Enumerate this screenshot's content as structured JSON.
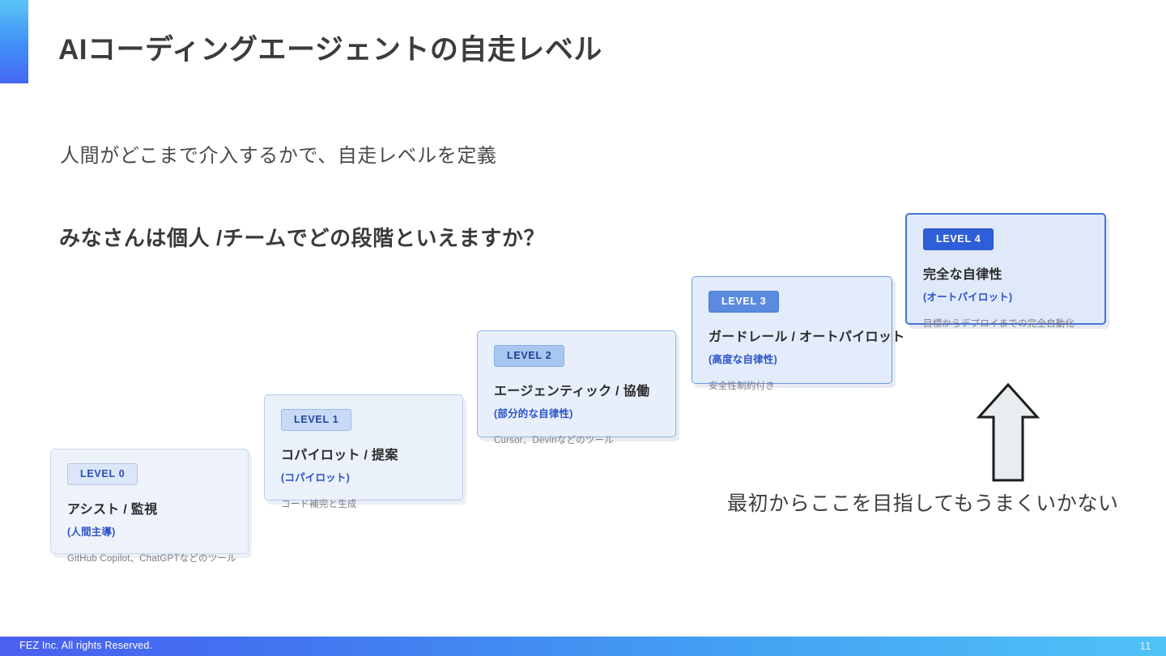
{
  "header": {
    "title": "AIコーディングエージェントの自走レベル"
  },
  "body": {
    "lead": "人間がどこまで介入するかで、自走レベルを定義",
    "question": "みなさんは個人 /チームでどの段階といえますか？"
  },
  "levels": [
    {
      "badge": "LEVEL 0",
      "title": "アシスト / 監視",
      "subtitle": "(人間主導)",
      "description": "GitHub Copilot、ChatGPTなどのツール"
    },
    {
      "badge": "LEVEL 1",
      "title": "コパイロット / 提案",
      "subtitle": "(コパイロット)",
      "description": "コード補完と生成"
    },
    {
      "badge": "LEVEL 2",
      "title": "エージェンティック / 協働",
      "subtitle": "(部分的な自律性)",
      "description": "Cursor、Devinなどのツール"
    },
    {
      "badge": "LEVEL 3",
      "title": "ガードレール / オートパイロット",
      "subtitle": "(高度な自律性)",
      "description": "安全性制約付き"
    },
    {
      "badge": "LEVEL 4",
      "title": "完全な自律性",
      "subtitle": "(オートパイロット)",
      "description": "目標からデプロイまでの完全自動化"
    }
  ],
  "annotation": {
    "arrow_caption": "最初からここを目指してもうまくいかない",
    "arrow_icon": "arrow-up-icon"
  },
  "footer": {
    "copyright": "FEZ Inc. All rights Reserved.",
    "page_number": "11"
  },
  "colors": {
    "accent_top": "#5bc5f5",
    "accent_bottom": "#4667f2",
    "badge_level4": "#2f5fd8",
    "badge_level3": "#5b8ade",
    "subtitle_blue": "#2c52c9",
    "footer_left": "#4a60ef",
    "footer_right": "#4fc3f7"
  }
}
